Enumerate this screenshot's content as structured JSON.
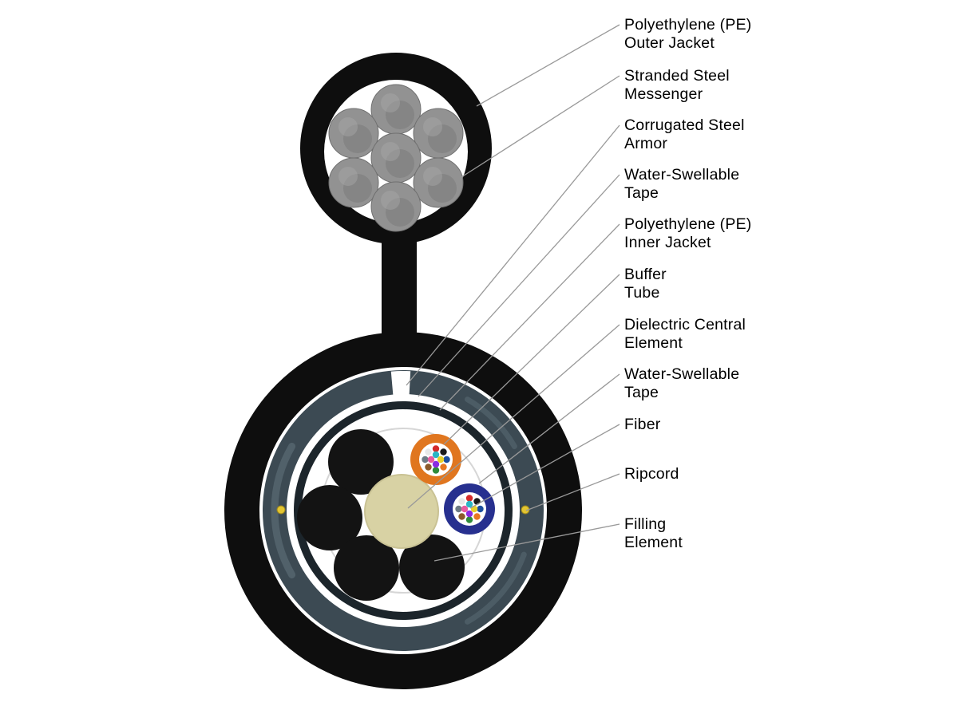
{
  "diagram": {
    "subject": "figure-8-aerial-fiber-optic-cable-cross-section"
  },
  "labels": [
    {
      "id": "pe-outer-jacket",
      "text": "Polyethylene (PE)\nOuter Jacket"
    },
    {
      "id": "stranded-steel-messenger",
      "text": "Stranded Steel\nMessenger"
    },
    {
      "id": "corrugated-steel-armor",
      "text": "Corrugated Steel\nArmor"
    },
    {
      "id": "water-swellable-tape-outer",
      "text": "Water-Swellable\nTape"
    },
    {
      "id": "pe-inner-jacket",
      "text": "Polyethylene (PE)\nInner Jacket"
    },
    {
      "id": "buffer-tube",
      "text": "Buffer\nTube"
    },
    {
      "id": "dielectric-central-element",
      "text": "Dielectric Central\nElement"
    },
    {
      "id": "water-swellable-tape-inner",
      "text": "Water-Swellable\nTape"
    },
    {
      "id": "fiber",
      "text": "Fiber"
    },
    {
      "id": "ripcord",
      "text": "Ripcord"
    },
    {
      "id": "filling-element",
      "text": "Filling\nElement"
    }
  ],
  "colors": {
    "jacket_black": "#0e0e0e",
    "armor_slate": "#3c4a53",
    "armor_highlight": "#5c6d77",
    "inner_jacket_dark": "#1c252b",
    "wire_gray": "#929292",
    "central_element_beige": "#d8d2a4",
    "buffer_tube_orange": "#e0761f",
    "buffer_tube_blue": "#27308f",
    "ripcord_yellow": "#e3c531",
    "binder_ring_gray": "#d6d6d6",
    "leader_line": "#999999"
  },
  "fiber_colors": [
    "#1d4f9e",
    "#e87722",
    "#2e8b3a",
    "#8b5a2b",
    "#6e7b85",
    "#e8e8e8",
    "#d42a2a",
    "#1a1a1a",
    "#e8d02a",
    "#8a2be2",
    "#e85a9e",
    "#2ab5c4"
  ]
}
